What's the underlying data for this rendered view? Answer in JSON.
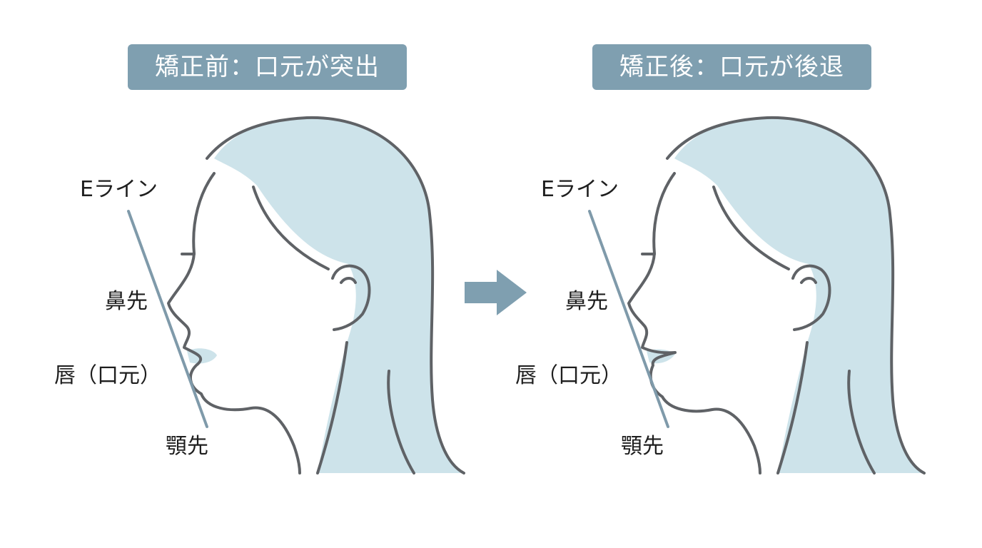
{
  "panels": [
    {
      "title": "矯正前：口元が突出",
      "labels": {
        "eline": "Eライン",
        "nose_tip": "鼻先",
        "lips": "唇（口元）",
        "chin_tip": "顎先"
      }
    },
    {
      "title": "矯正後：口元が後退",
      "labels": {
        "eline": "Eライン",
        "nose_tip": "鼻先",
        "lips": "唇（口元）",
        "chin_tip": "顎先"
      }
    }
  ],
  "colors": {
    "title_badge": "#7f9fb0",
    "hair_fill": "#cde3ea",
    "outline": "#5f6266",
    "eline": "#7f9aaa",
    "lip_fill": "#cde3ea",
    "arrow": "#7f9fb0",
    "text": "#1e1e1e"
  },
  "icons": {
    "transition": "right-arrow-icon"
  }
}
